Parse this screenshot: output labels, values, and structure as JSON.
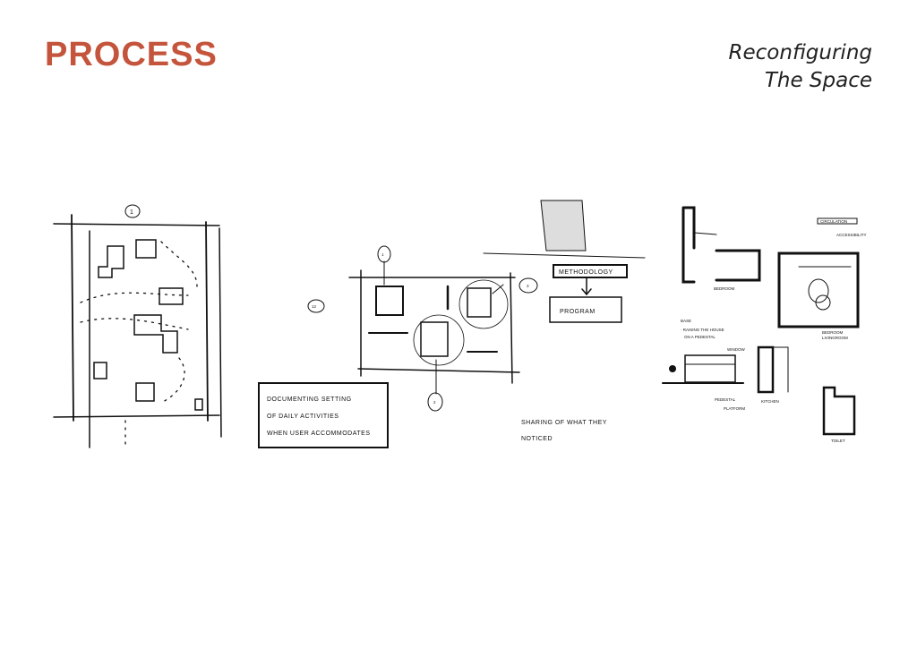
{
  "header": {
    "title": "PROCESS",
    "subtitle_line1": "Reconfiguring",
    "subtitle_line2": "The Space"
  },
  "sketch1": {
    "marker": "1"
  },
  "sketch2": {
    "markers": [
      "1",
      "12",
      "3",
      "2"
    ],
    "methodology": "METHODOLOGY",
    "program": "PROGRAM",
    "note_lines": [
      "DOCUMENTING SETTING",
      "OF DAILY ACTIVITIES",
      "WHEN USER ACCOMMODATES"
    ],
    "sharing_lines": [
      "SHARING OF WHAT THEY",
      "NOTICED"
    ]
  },
  "sketch3": {
    "circulation": "CIRCULATION",
    "accessibility": "ACCESSIBILITY",
    "bedroom": "BEDROOM",
    "bedroom2": "BEDROOM",
    "livingroom": "LIVINGROOM",
    "base": "BASE",
    "base_note1": "· RAISING THE HOUSE",
    "base_note2": "ON A PEDESTAL",
    "window": "WINDOW",
    "pedestal": "PEDESTAL",
    "platform": "PLATFORM",
    "kitchen": "KITCHEN",
    "toilet": "TOILET"
  }
}
